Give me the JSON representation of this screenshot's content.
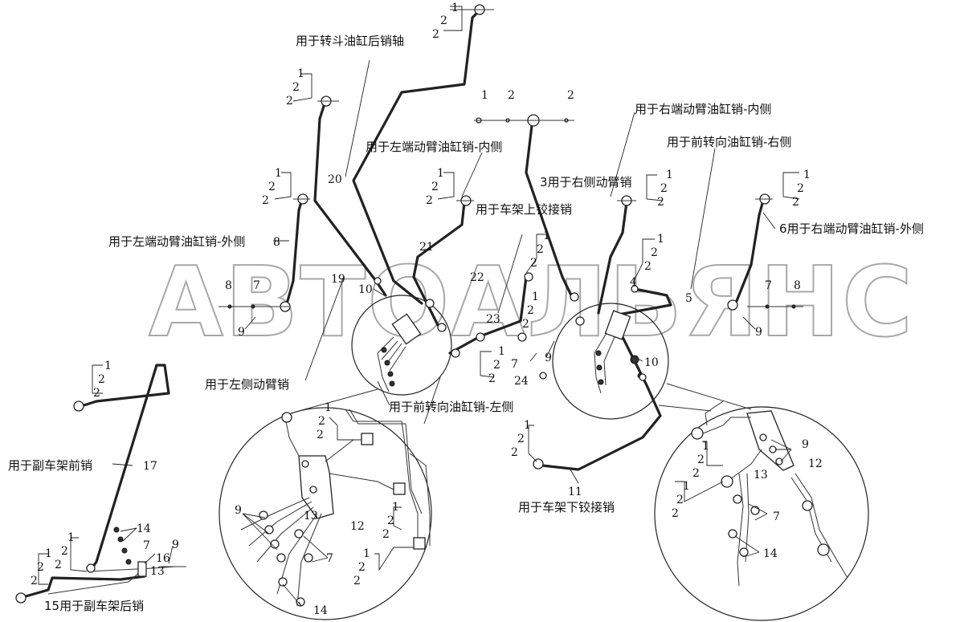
{
  "watermark": "АВТОАЛЬЯНС",
  "callouts": {
    "bucket_cyl_rear_pin": "用于转斗油缸后销轴",
    "left_boom_cyl_inner": "用于左端动臂油缸销-内侧",
    "right_boom_pin": "3用于右侧动臂销",
    "right_boom_cyl_inner": "用于右端动臂油缸销-内侧",
    "front_steer_cyl_right": "用于前转向油缸销-右侧",
    "frame_upper_hinge": "用于车架上铰接销",
    "left_boom_cyl_outer": "用于左端动臂油缸销-外侧",
    "right_boom_cyl_outer": "6用于右端动臂油缸销-外侧",
    "left_boom_pin": "用于左侧动臂销",
    "front_steer_cyl_left": "用于前转向油缸销-左侧",
    "subframe_front": "用于副车架前销",
    "frame_lower_hinge": "用于车架下铰接销",
    "subframe_rear": "15用于副车架后销"
  },
  "numbers": {
    "n1": "1",
    "n2": "2",
    "n4": "4",
    "n5": "5",
    "n7": "7",
    "n8": "8",
    "n9": "9",
    "n10": "10",
    "n11": "11",
    "n12": "12",
    "n13": "13",
    "n14": "14",
    "n16": "16",
    "n17": "17",
    "n18": "8",
    "n19": "19",
    "n20": "20",
    "n21": "21",
    "n22": "22",
    "n23": "23",
    "n24": "24"
  }
}
